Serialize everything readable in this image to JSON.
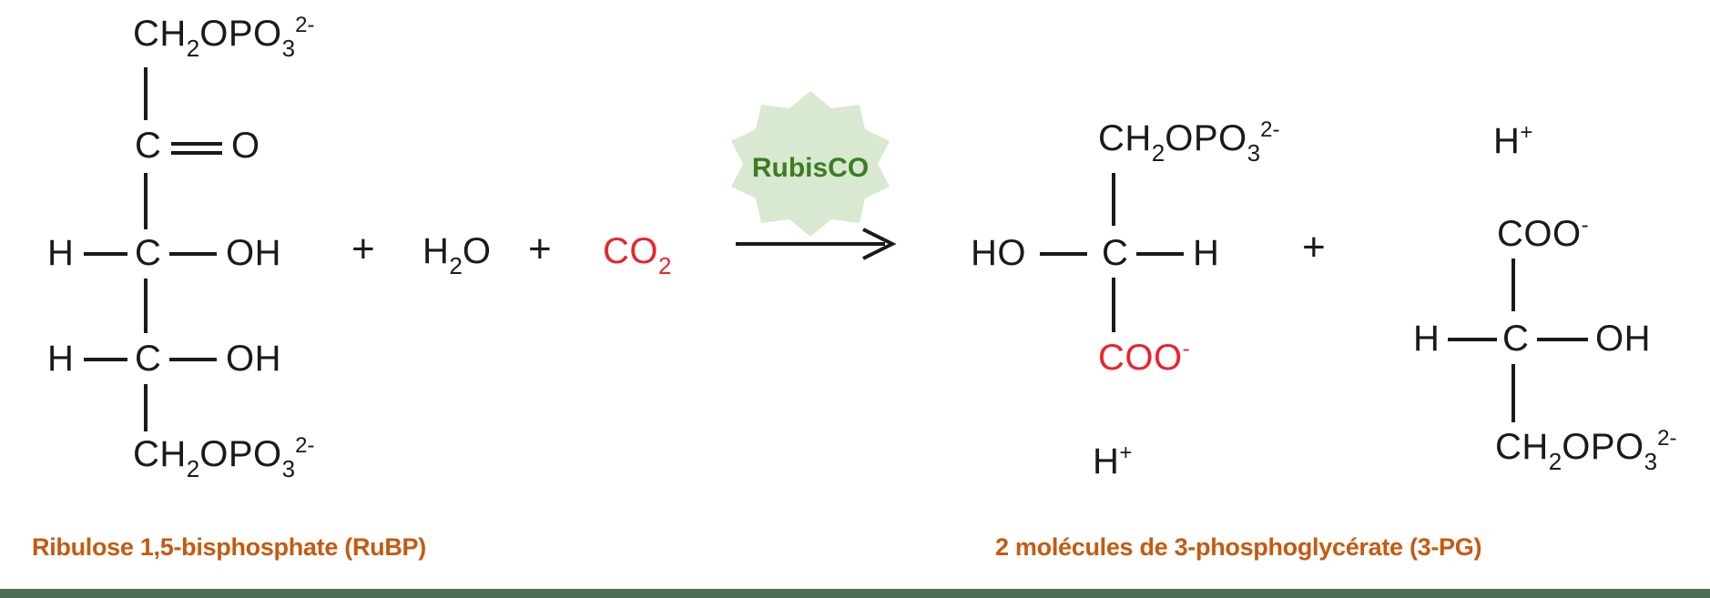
{
  "colors": {
    "formula_text": "#1a1a1a",
    "highlight_red": "#e8252c",
    "label_orange": "#c55a11",
    "catalyst_green": "#3c7d21",
    "badge_fill": "#d9e8d1",
    "bottom_bar_green": "#4c6e53"
  },
  "fragments": {
    "phosphate": {
      "p1": "CH",
      "s1": "2",
      "p2": "OPO",
      "s2": "3",
      "sup": "2-"
    },
    "carbon": "C",
    "oxygen": "O",
    "hydrogen": "H",
    "hydroxyl": "OH",
    "ho": "HO",
    "water": {
      "p1": "H",
      "s": "2",
      "p2": "O"
    },
    "co2": {
      "p1": "CO",
      "s": "2"
    },
    "carboxylate": {
      "p": "COO",
      "sup": "-"
    },
    "proton": {
      "p": "H",
      "sup": "+"
    },
    "plus": "+"
  },
  "catalyst": {
    "label": "RubisCO"
  },
  "labels": {
    "reactant": "Ribulose 1,5-bisphosphate (RuBP)",
    "product": "2 molécules de 3-phosphoglycérate (3-PG)"
  }
}
